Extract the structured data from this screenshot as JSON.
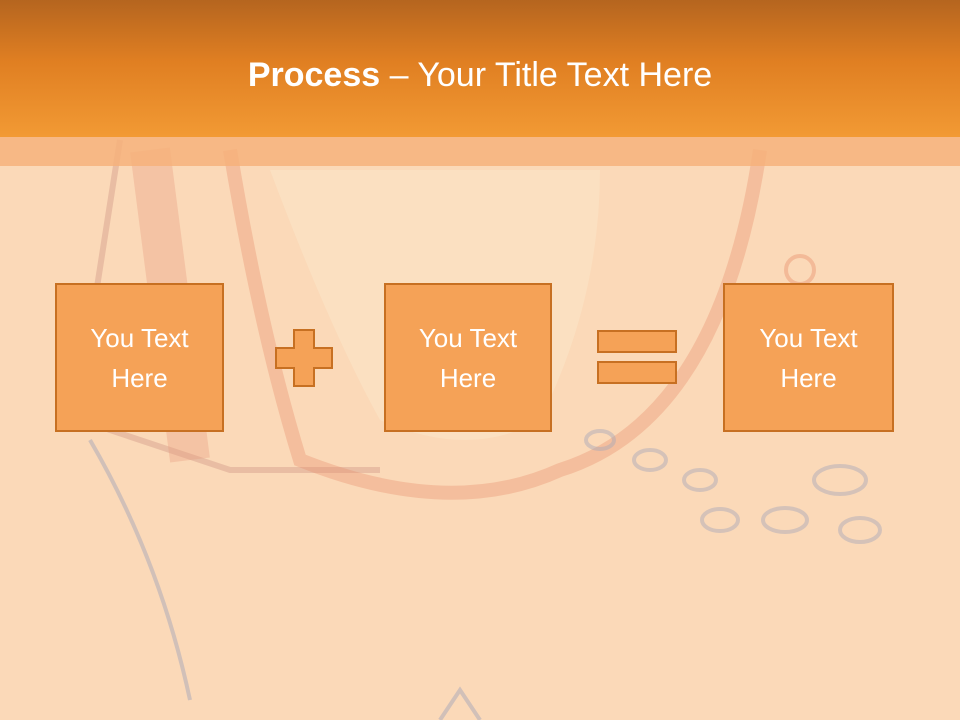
{
  "title": {
    "bold": "Process",
    "separator": " – ",
    "rest": "Your Title Text Here"
  },
  "boxes": [
    {
      "text": "You Text\nHere"
    },
    {
      "text": "You Text\nHere"
    },
    {
      "text": "You Text\nHere"
    }
  ],
  "operators": {
    "first": "plus-icon",
    "second": "equals-icon"
  },
  "colors": {
    "accent": "#f29a34",
    "box_fill": "#f5a257",
    "box_border": "#c77022",
    "background": "#fbd9b8"
  }
}
